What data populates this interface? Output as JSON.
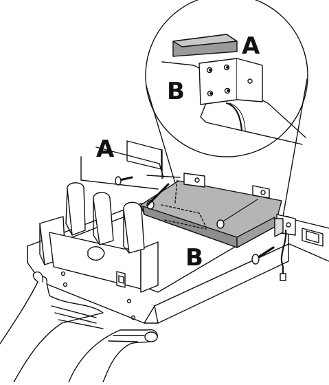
{
  "labels": {
    "a_zoom": "A",
    "b_zoom": "B",
    "a_main": "A",
    "b_main": "B"
  },
  "colors": {
    "line": "#111111",
    "panel_gray": "#b5b5b5",
    "shelf_gray": "#9a9a9a",
    "background": "#ffffff"
  },
  "icons": [
    "screw-icon",
    "bracket-icon",
    "hand-icon",
    "pedal-icon",
    "cable-icon"
  ]
}
